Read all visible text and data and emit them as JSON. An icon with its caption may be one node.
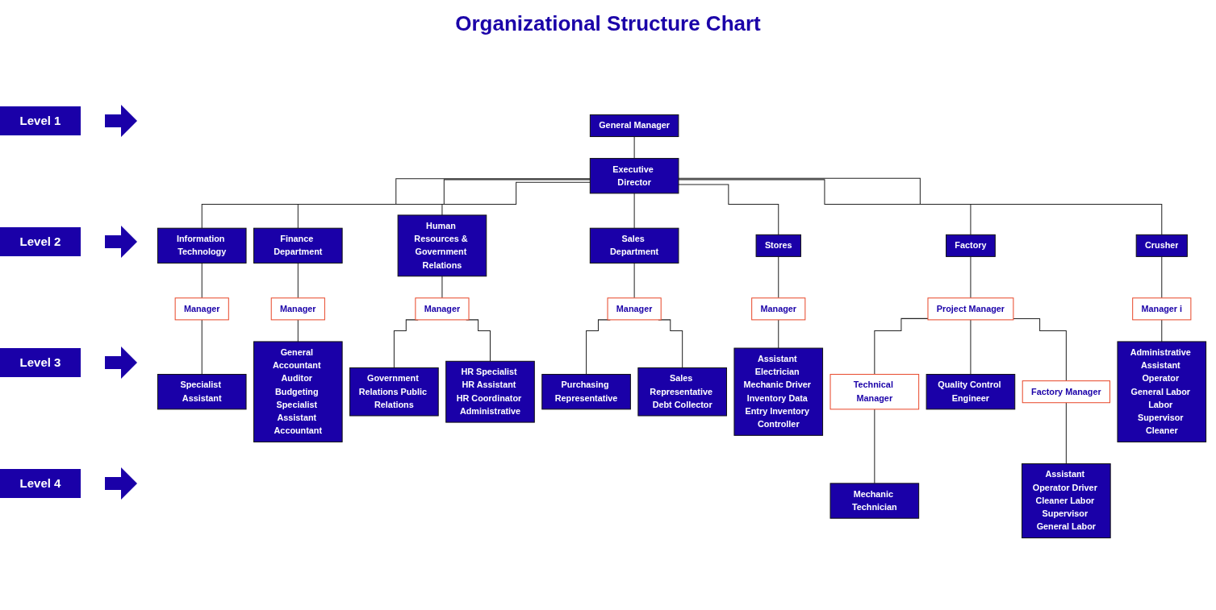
{
  "diagram": {
    "title": "Organizational Structure Chart",
    "nodes": [
      {
        "text": [
          "General Manager"
        ]
      },
      {
        "text": [
          "Executive Director"
        ]
      },
      {
        "text": [
          "Information Technology"
        ]
      },
      {
        "text": [
          "Finance Department"
        ]
      },
      {
        "text": [
          "Human Resources & Government Relations"
        ]
      },
      {
        "text": [
          "Sales Department"
        ]
      },
      {
        "text": [
          "Stores"
        ]
      },
      {
        "text": [
          "Factory"
        ]
      },
      {
        "text": [
          "Crusher"
        ]
      },
      {
        "text": [
          "Manager"
        ]
      },
      {
        "text": [
          "Manager"
        ]
      },
      {
        "text": [
          "Manager"
        ]
      },
      {
        "text": [
          "Manager"
        ]
      },
      {
        "text": [
          "Manager"
        ]
      },
      {
        "text": [
          "Project Manager"
        ]
      },
      {
        "text": [
          "Manager i"
        ]
      },
      {
        "text": [
          "Specialist Assistant"
        ]
      },
      {
        "text": [
          "General Accountant Auditor Budgeting Specialist Assistant Accountant"
        ]
      },
      {
        "text": [
          "Government Relations Public Relations"
        ]
      },
      {
        "text": [
          "HR Specialist HR Assistant HR Coordinator Administrative"
        ]
      },
      {
        "text": [
          "Technical Manager"
        ]
      },
      {
        "text": [
          "Factory Manager"
        ]
      },
      {
        "text": [
          "Purchasing Representative"
        ]
      },
      {
        "text": [
          "Sales Representative Debt Collector"
        ]
      },
      {
        "text": [
          "Assistant Electrician Mechanic Driver Inventory Data Entry Inventory Controller"
        ]
      },
      {
        "text": [
          "Mechanic Technician"
        ]
      },
      {
        "text": [
          "Quality Control Engineer"
        ]
      },
      {
        "text": [
          "Assistant Operator Driver Cleaner Labor Supervisor General Labor"
        ]
      },
      {
        "text": [
          "Administrative Assistant Operator General Labor Labor Supervisor Cleaner"
        ]
      }
    ],
    "edges": [
      {
        "from": 0,
        "to": 1,
        "arrow": "none"
      },
      {
        "from": 1,
        "to": 2,
        "arrow": "none"
      },
      {
        "from": 1,
        "to": 3,
        "arrow": "none"
      },
      {
        "from": 1,
        "to": 4,
        "arrow": "none"
      },
      {
        "from": 1,
        "to": 5,
        "arrow": "none"
      },
      {
        "from": 1,
        "to": 6,
        "arrow": "none"
      },
      {
        "from": 1,
        "to": 7,
        "arrow": "none"
      },
      {
        "from": 1,
        "to": 8,
        "arrow": "none"
      },
      {
        "from": 2,
        "to": 9,
        "arrow": "none"
      },
      {
        "from": 3,
        "to": 10,
        "arrow": "none"
      },
      {
        "from": 4,
        "to": 11,
        "arrow": "none"
      },
      {
        "from": 5,
        "to": 12,
        "arrow": "none"
      },
      {
        "from": 6,
        "to": 13,
        "arrow": "none"
      },
      {
        "from": 7,
        "to": 14,
        "arrow": "none"
      },
      {
        "from": 8,
        "to": 15,
        "arrow": "none"
      },
      {
        "from": 9,
        "to": 16,
        "arrow": "none"
      },
      {
        "from": 10,
        "to": 17,
        "arrow": "none"
      },
      {
        "from": 11,
        "to": 18,
        "arrow": "none"
      },
      {
        "from": 11,
        "to": 19,
        "arrow": "none"
      },
      {
        "from": 14,
        "to": 20,
        "arrow": "none"
      },
      {
        "from": 14,
        "to": 26,
        "arrow": "none"
      },
      {
        "from": 14,
        "to": 21,
        "arrow": "none"
      },
      {
        "from": 12,
        "to": 22,
        "arrow": "none"
      },
      {
        "from": 12,
        "to": 23,
        "arrow": "none"
      },
      {
        "from": 13,
        "to": 24,
        "arrow": "none"
      },
      {
        "from": 20,
        "to": 25,
        "arrow": "none"
      },
      {
        "from": 21,
        "to": 27,
        "arrow": "none"
      },
      {
        "from": 15,
        "to": 28,
        "arrow": "none"
      }
    ],
    "labels": [
      "Level 1",
      "Level 2",
      "Level 3",
      "Level 4"
    ]
  }
}
